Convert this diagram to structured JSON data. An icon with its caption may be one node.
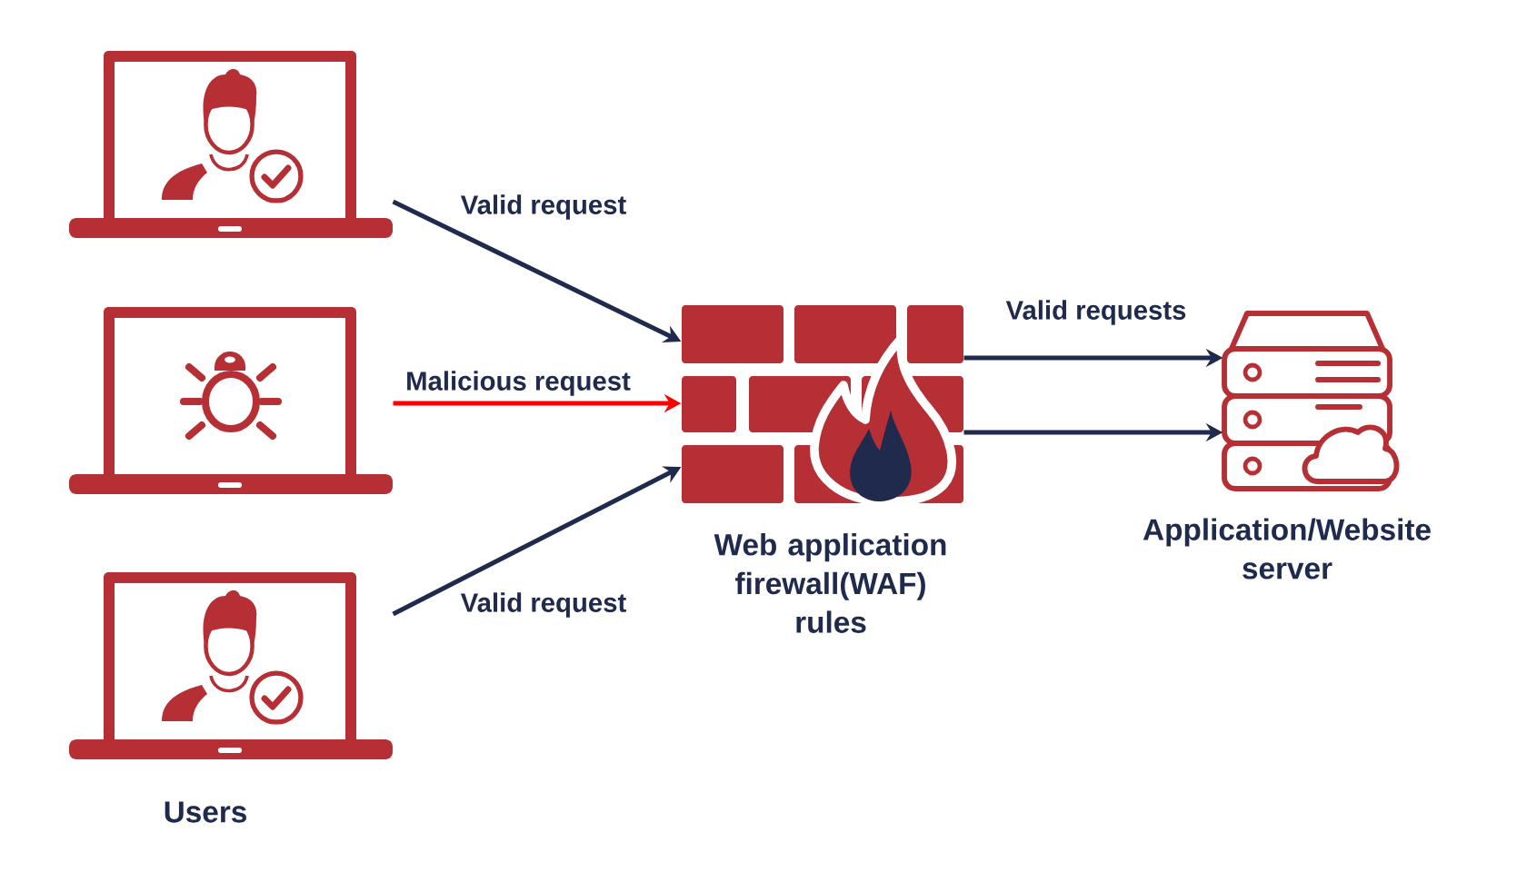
{
  "diagram": {
    "nodes": [
      {
        "text": [],
        "shape": "picture"
      },
      {
        "text": [],
        "shape": "picture"
      },
      {
        "text": [],
        "shape": "picture"
      },
      {
        "text": [],
        "shape": "picture",
        "beside": [
          "Web application firewall(WAF) rules"
        ]
      },
      {
        "text": [],
        "shape": "picture",
        "beside": [
          "Application/Website server"
        ]
      }
    ],
    "edges": [
      {
        "from": 0,
        "to": 3,
        "arrow": "to",
        "label": "Valid request"
      },
      {
        "from": 1,
        "to": 3,
        "arrow": "to",
        "label": "Malicious request",
        "color": "#ff0000"
      },
      {
        "from": 2,
        "to": 3,
        "arrow": "to",
        "label": "Valid request"
      },
      {
        "from": 3,
        "to": 4,
        "arrow": "to",
        "label": "Valid requests"
      },
      {
        "from": 3,
        "to": 4,
        "arrow": "to"
      }
    ],
    "labels": [
      "Users"
    ]
  }
}
